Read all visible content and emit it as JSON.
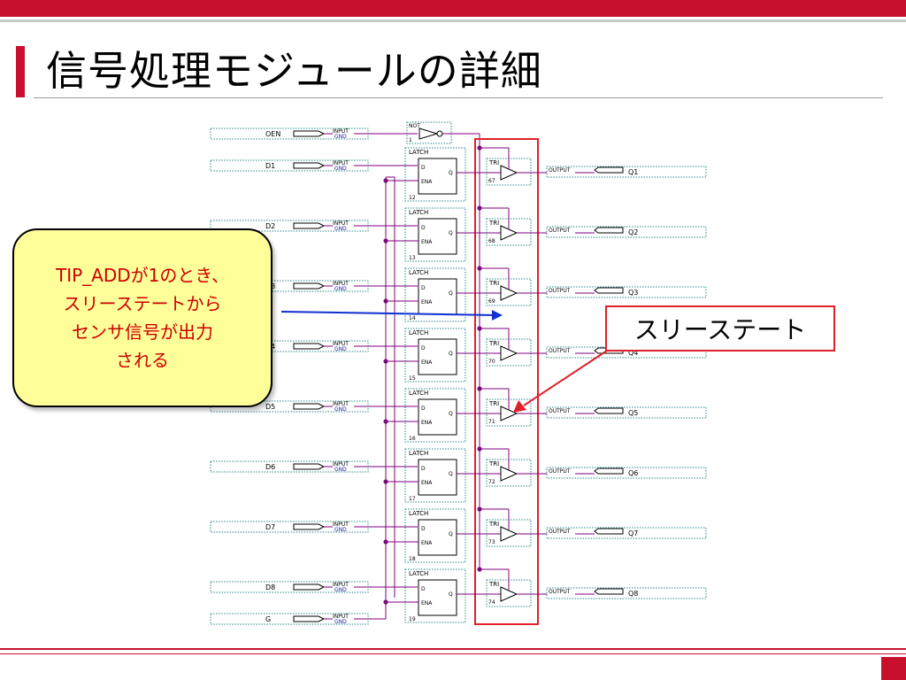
{
  "title": "信号処理モジュールの詳細",
  "callout": {
    "text": "TIP_ADDが1のとき、\nスリーステートから\nセンサ信号が出力\nされる"
  },
  "tristate_label": "スリーステート",
  "schematic": {
    "input_tag": "INPUT",
    "vcc_tag": "GND",
    "output_tag": "OUTPUT",
    "latch_tag": "LATCH",
    "tri_tag": "TRI",
    "not_tag": "NOT",
    "not_id": "1",
    "pin_d": "D",
    "pin_ena": "ENA",
    "pin_q": "Q",
    "oen_label": "OEN",
    "g_label": "G",
    "channels": [
      {
        "in": "D1",
        "out": "Q1",
        "latch_id": "12",
        "tri_id": "67"
      },
      {
        "in": "D2",
        "out": "Q2",
        "latch_id": "13",
        "tri_id": "68"
      },
      {
        "in": "D3",
        "out": "Q3",
        "latch_id": "14",
        "tri_id": "69"
      },
      {
        "in": "D4",
        "out": "Q4",
        "latch_id": "15",
        "tri_id": "70"
      },
      {
        "in": "D5",
        "out": "Q5",
        "latch_id": "16",
        "tri_id": "71"
      },
      {
        "in": "D6",
        "out": "Q6",
        "latch_id": "17",
        "tri_id": "72"
      },
      {
        "in": "D7",
        "out": "Q7",
        "latch_id": "18",
        "tri_id": "73"
      },
      {
        "in": "D8",
        "out": "Q8",
        "latch_id": "19",
        "tri_id": "74"
      }
    ]
  },
  "colors": {
    "accent_red": "#c8102e",
    "wire": "#800080",
    "pin_box": "#2a8a8a",
    "junction": "#7a0a7a",
    "blue_arrow": "#1030d0",
    "red_arrow": "#e0202a",
    "callout_fill": "#ffff99"
  }
}
